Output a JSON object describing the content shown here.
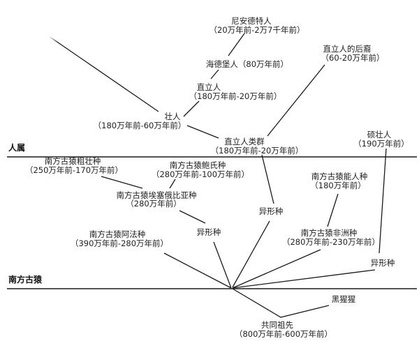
{
  "levels": {
    "homo": "人属",
    "australopithecus": "南方古猿"
  },
  "nodes": {
    "neanderthal": {
      "name": "尼安德特人",
      "date": "（20万年前-2万7千年前）"
    },
    "heidelberg": {
      "name": "海德堡人（80万年前）"
    },
    "erectus": {
      "name": "直立人",
      "date": "（180万年前-20万年前）"
    },
    "ergaster": {
      "name": "壮人",
      "date": "（180万年前-60万年前）"
    },
    "erectus_descendants": {
      "name": "直立人的后裔",
      "date": "（60-20万年前）"
    },
    "erectus_group": {
      "name": "直立人类群",
      "date": "（180万年前-20万年前）"
    },
    "rudolfensis": {
      "name": "硕壮人",
      "date": "（190万年前）"
    },
    "robustus": {
      "name": "南方古猿粗壮种",
      "date": "（250万年前-170万年前）"
    },
    "boisei": {
      "name": "南方古猿鲍氏种",
      "date": "（280万年前-100万年前）"
    },
    "aethiopicus": {
      "name": "南方古猿埃塞俄比亚种",
      "date": "（280万年前）"
    },
    "variant_left": {
      "name": "异形种"
    },
    "afarensis": {
      "name": "南方古猿阿法种",
      "date": "（390万年前-280万年前）"
    },
    "variant_middle": {
      "name": "异形种"
    },
    "habilis": {
      "name": "南方古猿能人种",
      "date": "（180万年前）"
    },
    "africanus": {
      "name": "南方古猿非洲种",
      "date": "（280万年前-230万年前）"
    },
    "variant_right": {
      "name": "异形种"
    },
    "chimpanzee": {
      "name": "黑猩猩"
    },
    "common_ancestor": {
      "name": "共同祖先",
      "date": "（800万年前-600万年前）"
    }
  }
}
